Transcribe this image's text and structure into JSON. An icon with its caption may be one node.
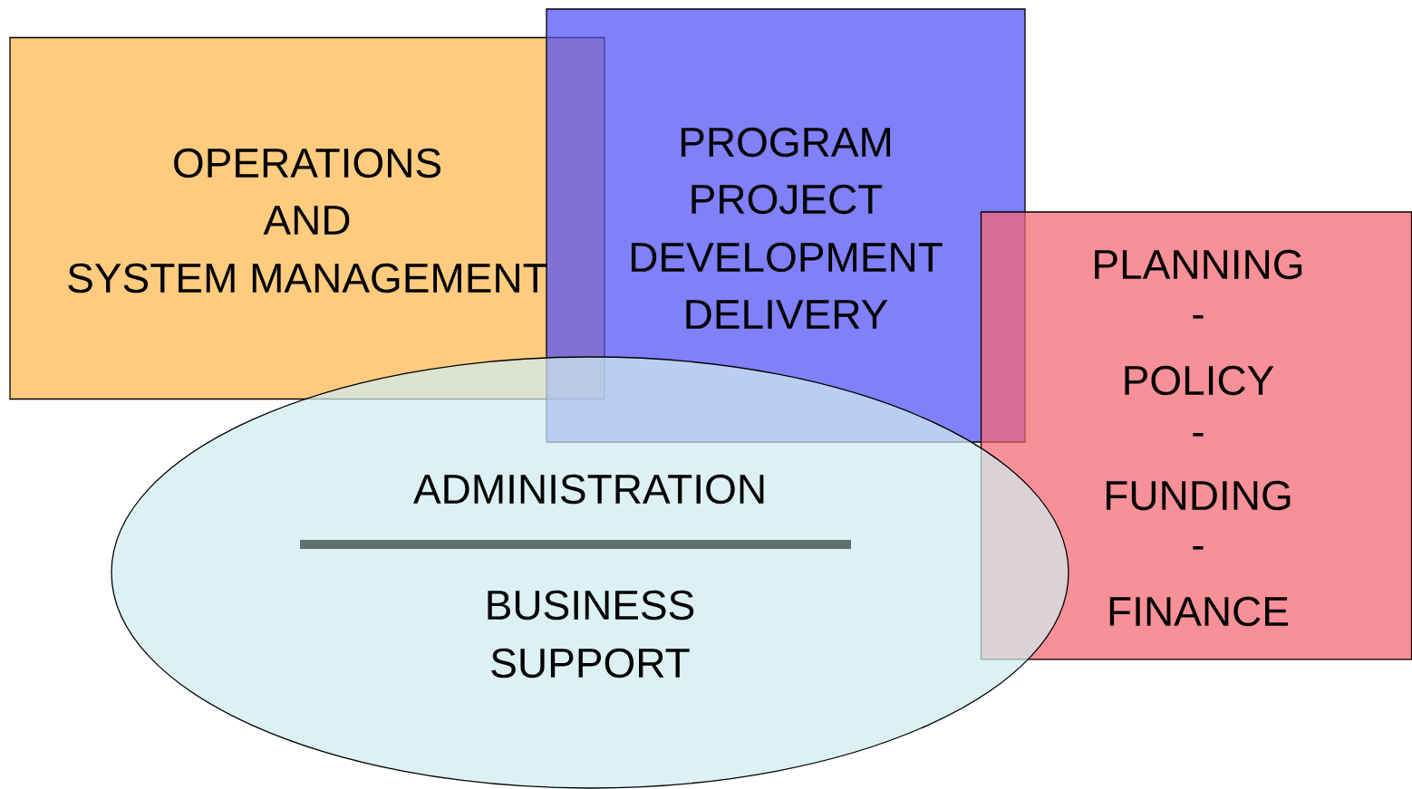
{
  "diagram": {
    "nodes": [
      {
        "text": [
          "OPERATIONS",
          "AND",
          "SYSTEM MANAGEMENT"
        ]
      },
      {
        "text": [
          "PROGRAM",
          "PROJECT",
          "DEVELOPMENT",
          "DELIVERY"
        ]
      },
      {
        "text": [
          "PLANNING",
          "-",
          "POLICY",
          "-",
          "FUNDING",
          "-",
          "FINANCE"
        ]
      },
      {
        "text": [
          "ADMINISTRATION",
          "BUSINESS",
          "SUPPORT"
        ]
      }
    ]
  }
}
